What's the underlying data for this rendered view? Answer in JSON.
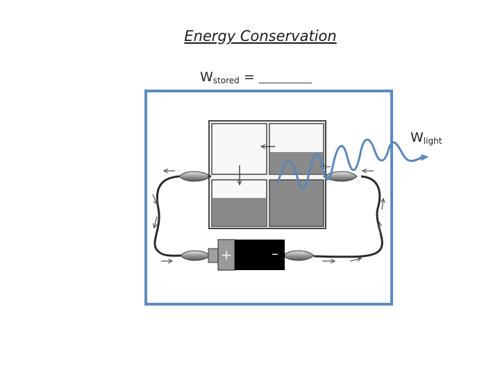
{
  "title": "Energy Conservation",
  "w_stored": {
    "symbol": "W",
    "subscript": "stored",
    "equals": "=",
    "blank": "_______________"
  },
  "w_light": {
    "symbol": "W",
    "subscript": "light"
  },
  "battery": {
    "plus": "+",
    "minus": "–"
  },
  "colors": {
    "box": "#5b8cc0",
    "wave": "#5a86b8",
    "liquid": "#8a8a8a",
    "wire": "#2a2a2a",
    "arrows": "#555555"
  }
}
